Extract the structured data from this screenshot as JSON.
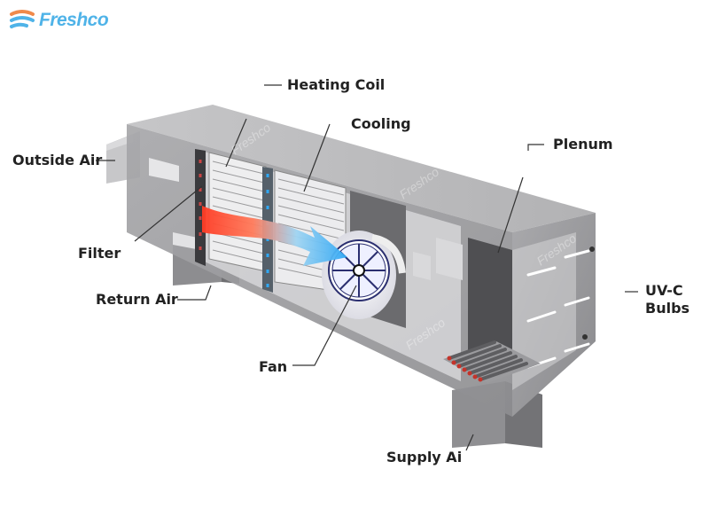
{
  "brand": {
    "name": "Freshco",
    "color": "#4fb3e8",
    "accent": "#f08a4b"
  },
  "labels": {
    "outside_air": "Outside Air",
    "heating_coil": "Heating Coil",
    "cooling": "Cooling",
    "plenum": "Plenum",
    "filter": "Filter",
    "return_air": "Return Air",
    "fan": "Fan",
    "uvc_line1": "UV-C",
    "uvc_line2": "Bulbs",
    "supply_air": "Supply Ai"
  },
  "colors": {
    "casing_top": "#bdbdbf",
    "casing_front": "#9c9c9e",
    "casing_side": "#7f7f82",
    "interior": "#d4d4d6",
    "airflow_warm": "#ff4a2e",
    "airflow_cool": "#3db6ff",
    "label_text": "#222222",
    "leader_line": "#333333"
  }
}
